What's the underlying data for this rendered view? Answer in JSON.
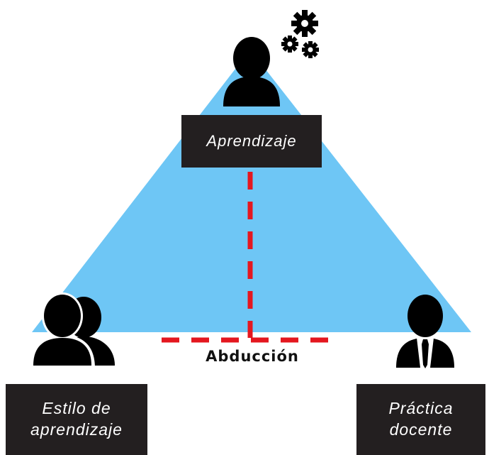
{
  "labels": {
    "top": "Aprendizaje",
    "bottom_left_line1": "Estilo de",
    "bottom_left_line2": "aprendizaje",
    "bottom_right_line1": "Práctica",
    "bottom_right_line2": "docente",
    "center_bottom": "Abducción"
  },
  "colors": {
    "triangle_fill": "#6ec6f5",
    "dashed_line": "#e4171f",
    "label_box": "#231f20",
    "icon": "#000000"
  },
  "icons": {
    "top": "learner-with-gears-icon",
    "bottom_left": "group-of-people-icon",
    "bottom_right": "teacher-businessman-icon"
  }
}
